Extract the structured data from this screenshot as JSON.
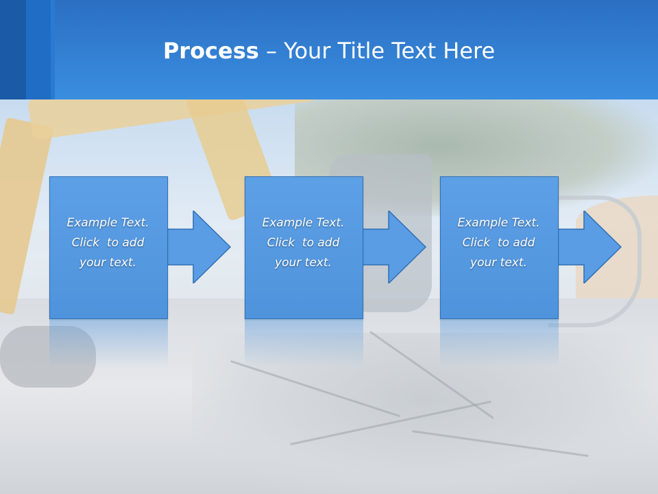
{
  "slide": {
    "title_bold": "Process",
    "title_rest": " – Your Title Text Here"
  },
  "steps": [
    {
      "line1": "Example Text.",
      "line2": "Click  to add",
      "line3": "your text."
    },
    {
      "line1": "Example Text.",
      "line2": "Click  to add",
      "line3": "your text."
    },
    {
      "line1": "Example Text.",
      "line2": "Click  to add",
      "line3": "your text."
    }
  ],
  "colors": {
    "header": "#3a8ee0",
    "box": "#5da0e6",
    "box_border": "#2f6fb5"
  },
  "background_image": "construction-site-demolition-photo"
}
